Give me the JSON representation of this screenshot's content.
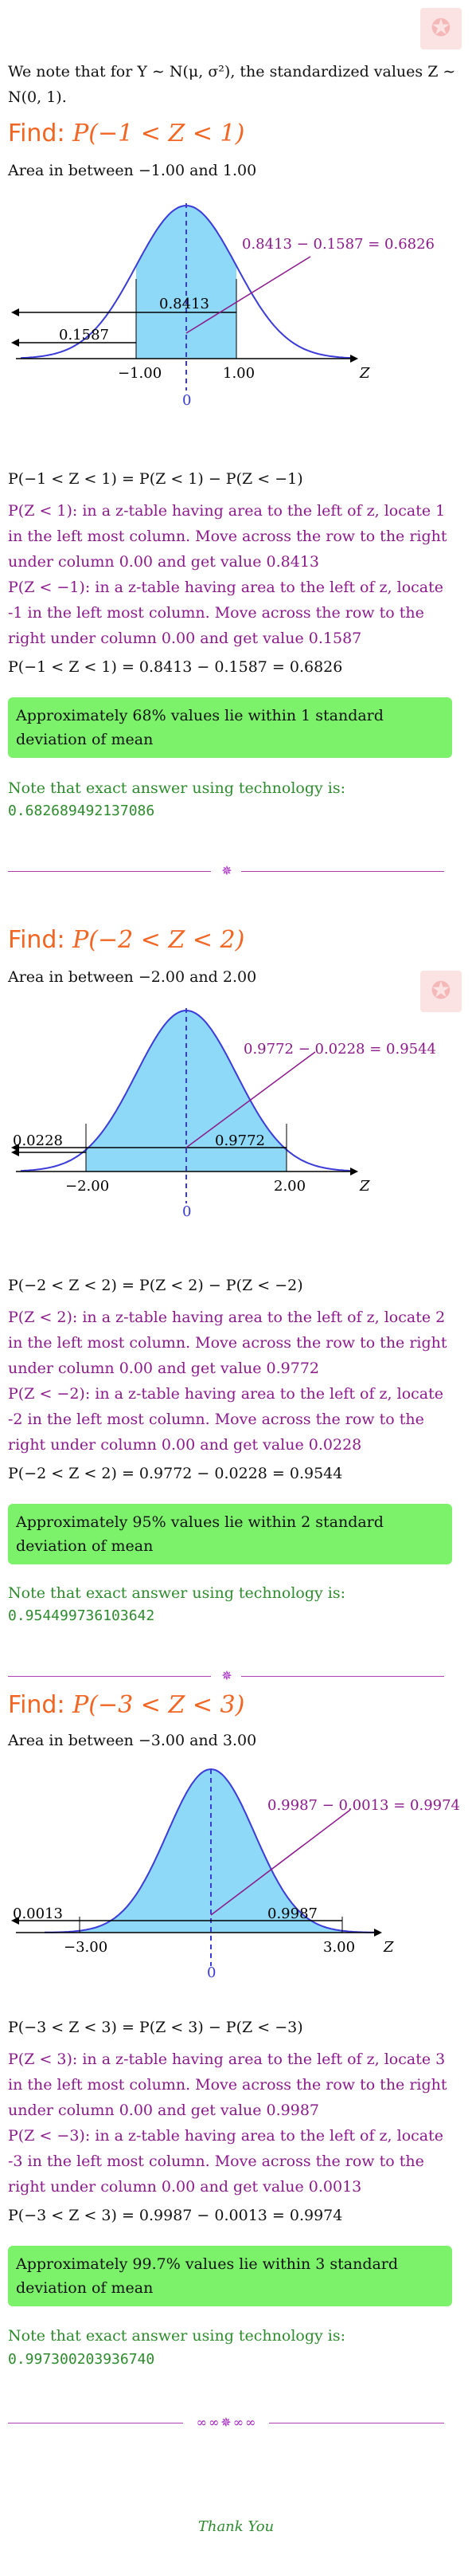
{
  "badge_icon": "star-badge-icon",
  "intro": "We note that for Y ∼ N(μ, σ²), the standardized values Z ∼ N(0, 1).",
  "sections": [
    {
      "find_label": "Find:",
      "find_expr": "P(−1 < Z < 1)",
      "area_text": "Area in between −1.00 and 1.00",
      "annotation": "0.8413 − 0.1587 = 0.6826",
      "upper_area": "0.8413",
      "lower_area": "0.1587",
      "left_tick": "−1.00",
      "right_tick": "1.00",
      "zero": "0",
      "axis": "Z",
      "eq1": "P(−1 < Z < 1) = P(Z < 1) − P(Z < −1)",
      "step_a": "P(Z < 1): in a z-table having area to the left of z, locate 1 in the left most column. Move across the row to the right under column 0.00 and get value 0.8413",
      "step_b": "P(Z < −1): in a z-table having area to the left of z, locate -1 in the left most column. Move across the row to the right under column 0.00 and get value 0.1587",
      "eq2": "P(−1 < Z < 1) = 0.8413 − 0.1587 = 0.6826",
      "box": "Approximately 68% values lie within 1 standard deviation of mean",
      "note": "Note that exact answer using technology is:",
      "exact": "0.682689492137086"
    },
    {
      "find_label": "Find:",
      "find_expr": "P(−2 < Z < 2)",
      "area_text": "Area in between −2.00 and 2.00",
      "annotation": "0.9772 − 0.0228 = 0.9544",
      "upper_area": "0.9772",
      "lower_area": "0.0228",
      "left_tick": "−2.00",
      "right_tick": "2.00",
      "zero": "0",
      "axis": "Z",
      "eq1": "P(−2 < Z < 2) = P(Z < 2) − P(Z < −2)",
      "step_a": "P(Z < 2): in a z-table having area to the left of z, locate 2 in the left most column. Move across the row to the right under column 0.00 and get value 0.9772",
      "step_b": "P(Z < −2): in a z-table having area to the left of z, locate -2 in the left most column. Move across the row to the right under column 0.00 and get value 0.0228",
      "eq2": "P(−2 < Z < 2) = 0.9772 − 0.0228 = 0.9544",
      "box": "Approximately 95% values lie within 2 standard deviation of mean",
      "note": "Note that exact answer using technology is:",
      "exact": "0.954499736103642"
    },
    {
      "find_label": "Find:",
      "find_expr": "P(−3 < Z < 3)",
      "area_text": "Area in between −3.00 and 3.00",
      "annotation": "0.9987 − 0.0013 = 0.9974",
      "upper_area": "0.9987",
      "lower_area": "0.0013",
      "left_tick": "−3.00",
      "right_tick": "3.00",
      "zero": "0",
      "axis": "Z",
      "eq1": "P(−3 < Z < 3) = P(Z < 3) − P(Z < −3)",
      "step_a": "P(Z < 3): in a z-table having area to the left of z, locate 3 in the left most column. Move across the row to the right under column 0.00 and get value 0.9987",
      "step_b": "P(Z < −3): in a z-table having area to the left of z, locate -3 in the left most column. Move across the row to the right under column 0.00 and get value 0.0013",
      "eq2": "P(−3 < Z < 3) = 0.9987 − 0.0013 = 0.9974",
      "box": "Approximately 99.7% values lie within 3 standard deviation of mean",
      "note": "Note that exact answer using technology is:",
      "exact": "0.997300203936740"
    }
  ],
  "divider_icon": "ornament-icon",
  "thanks": "Thank You",
  "colors": {
    "heading": "#f26522",
    "purple": "#8b1a8b",
    "green": "#2e8b2e",
    "box": "#7cf26a",
    "curve": "#3b3bd9",
    "fill": "#8ed8f8"
  }
}
